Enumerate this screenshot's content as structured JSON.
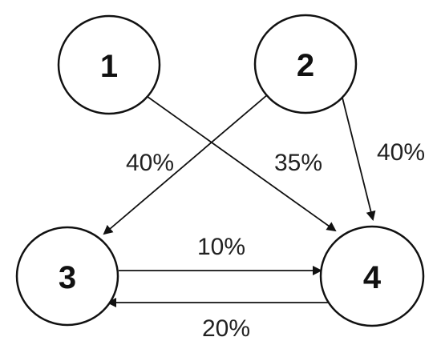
{
  "nodes": {
    "n1": {
      "label": "1"
    },
    "n2": {
      "label": "2"
    },
    "n3": {
      "label": "3"
    },
    "n4": {
      "label": "4"
    }
  },
  "edges": {
    "e1_4": {
      "from": "1",
      "to": "4",
      "label": "35%"
    },
    "e2_3": {
      "from": "2",
      "to": "3",
      "label": "40%"
    },
    "e2_4": {
      "from": "2",
      "to": "4",
      "label": "40%"
    },
    "e3_4": {
      "from": "3",
      "to": "4",
      "label": "10%"
    },
    "e4_3": {
      "from": "4",
      "to": "3",
      "label": "20%"
    }
  },
  "colors": {
    "stroke": "#111111",
    "background": "#ffffff"
  }
}
